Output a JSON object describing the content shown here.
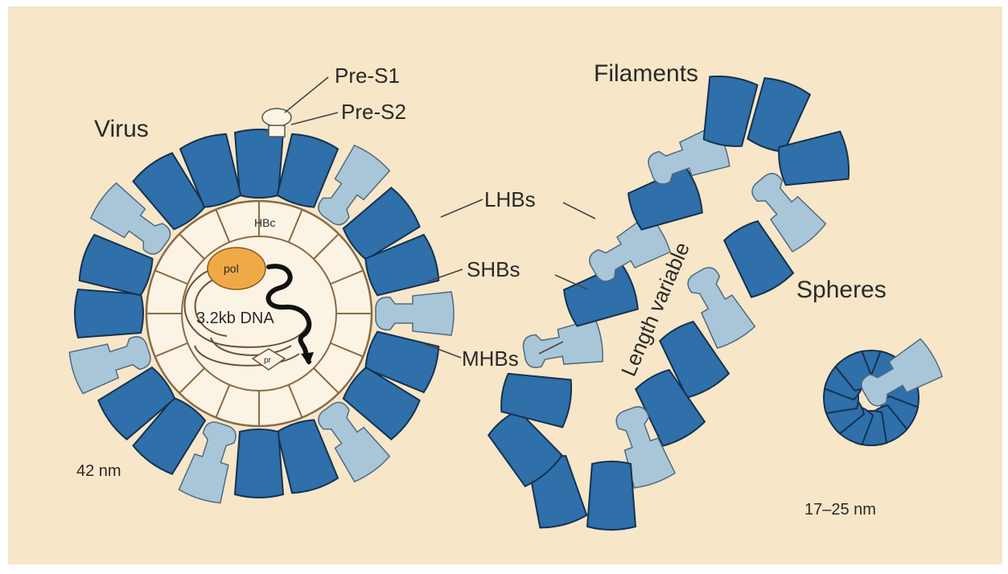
{
  "labels": {
    "virus": "Virus",
    "filaments": "Filaments",
    "spheres": "Spheres",
    "pre_s1": "Pre-S1",
    "pre_s2": "Pre-S2",
    "lhbs": "LHBs",
    "shbs": "SHBs",
    "mhbs": "MHBs",
    "hbc": "HBc",
    "pol": "pol",
    "dna": "3.2kb DNA",
    "pr": "pr",
    "length_variable": "Length variable",
    "virus_size": "42 nm",
    "sphere_size": "17–25 nm"
  },
  "colors": {
    "background": "#f7e6c8",
    "dark_protein": "#2f6faa",
    "light_protein": "#a9c6d9",
    "polymerase": "#f0a947",
    "capsid_fill": "#fbf3e4",
    "capsid_line": "#8a6b45"
  }
}
